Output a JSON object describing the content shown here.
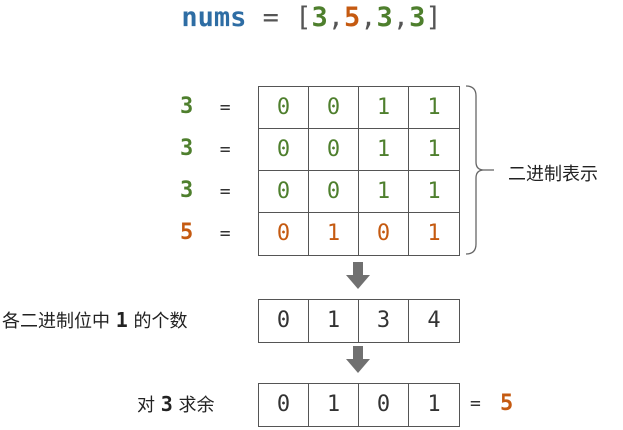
{
  "title": {
    "var": "nums",
    "eq": " = ",
    "open": "[",
    "v0": "3",
    "c0": ",",
    "v1": "5",
    "c1": ",",
    "v2": "3",
    "c2": ",",
    "v3": "3",
    "close": "]"
  },
  "rows": [
    {
      "num": "3",
      "eq": "=",
      "bits": [
        "0",
        "0",
        "1",
        "1"
      ],
      "color": "green"
    },
    {
      "num": "3",
      "eq": "=",
      "bits": [
        "0",
        "0",
        "1",
        "1"
      ],
      "color": "green"
    },
    {
      "num": "3",
      "eq": "=",
      "bits": [
        "0",
        "0",
        "1",
        "1"
      ],
      "color": "green"
    },
    {
      "num": "5",
      "eq": "=",
      "bits": [
        "0",
        "1",
        "0",
        "1"
      ],
      "color": "orange"
    }
  ],
  "brace_label": "二进制表示",
  "count_label": {
    "pre": "各二进制位中 ",
    "num": "1",
    "post": " 的个数"
  },
  "counts": [
    "0",
    "1",
    "3",
    "4"
  ],
  "mod_label": {
    "pre": "对 ",
    "num": "3",
    "post": " 求余"
  },
  "mods": [
    "0",
    "1",
    "0",
    "1"
  ],
  "result": {
    "eq": "=",
    "value": "5"
  },
  "colors": {
    "green": "#4e7f2d",
    "orange": "#c55a11",
    "blue": "#2e6da4",
    "arrow": "#707070",
    "border": "#555555"
  }
}
